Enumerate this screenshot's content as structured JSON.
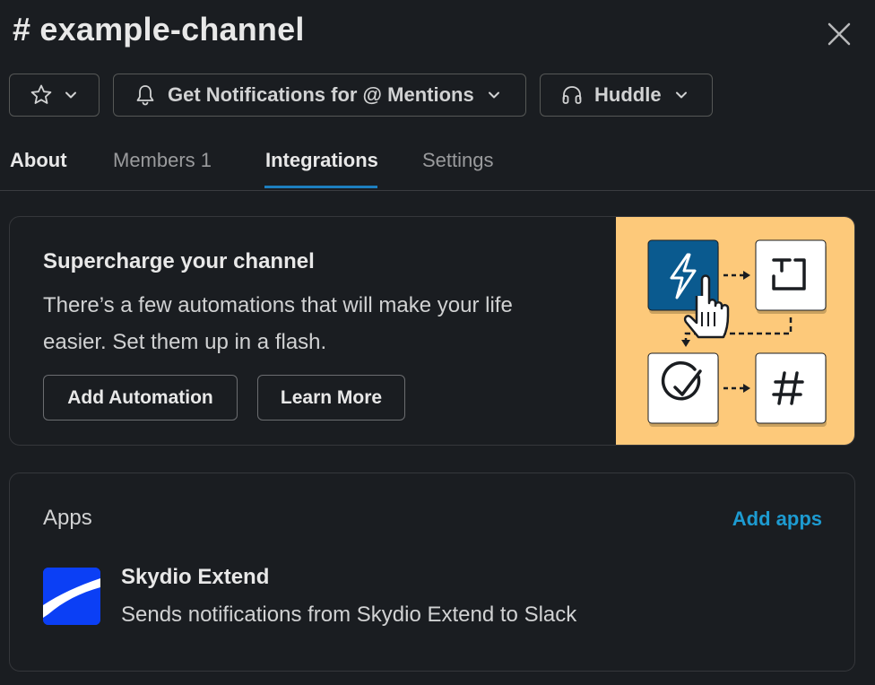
{
  "header": {
    "title": "# example-channel"
  },
  "toolbar": {
    "notifications_label": "Get Notifications for @ Mentions",
    "huddle_label": "Huddle"
  },
  "tabs": [
    {
      "label": "About"
    },
    {
      "label": "Members 1"
    },
    {
      "label": "Integrations"
    },
    {
      "label": "Settings"
    }
  ],
  "active_tab": "Integrations",
  "promo": {
    "title": "Supercharge your channel",
    "body": "There’s a few automations that will make your life easier. Set them up in a flash.",
    "add_automation_label": "Add Automation",
    "learn_more_label": "Learn More",
    "illustration_bg": "#fdc97a"
  },
  "apps": {
    "title": "Apps",
    "add_label": "Add apps",
    "items": [
      {
        "name": "Skydio Extend",
        "description": "Sends notifications from Skydio Extend to Slack"
      }
    ]
  },
  "icons": [
    "star-icon",
    "chevron-down-icon",
    "bell-icon",
    "headphones-icon",
    "close-icon",
    "lightning-icon",
    "text-icon",
    "check-circle-icon",
    "hash-icon",
    "hand-cursor-icon",
    "skydio-icon"
  ],
  "colors": {
    "background": "#1a1d21",
    "accent": "#1d9bd1",
    "tab_underline": "#1d7fbf",
    "lightning_tile": "#0a5a8f"
  }
}
